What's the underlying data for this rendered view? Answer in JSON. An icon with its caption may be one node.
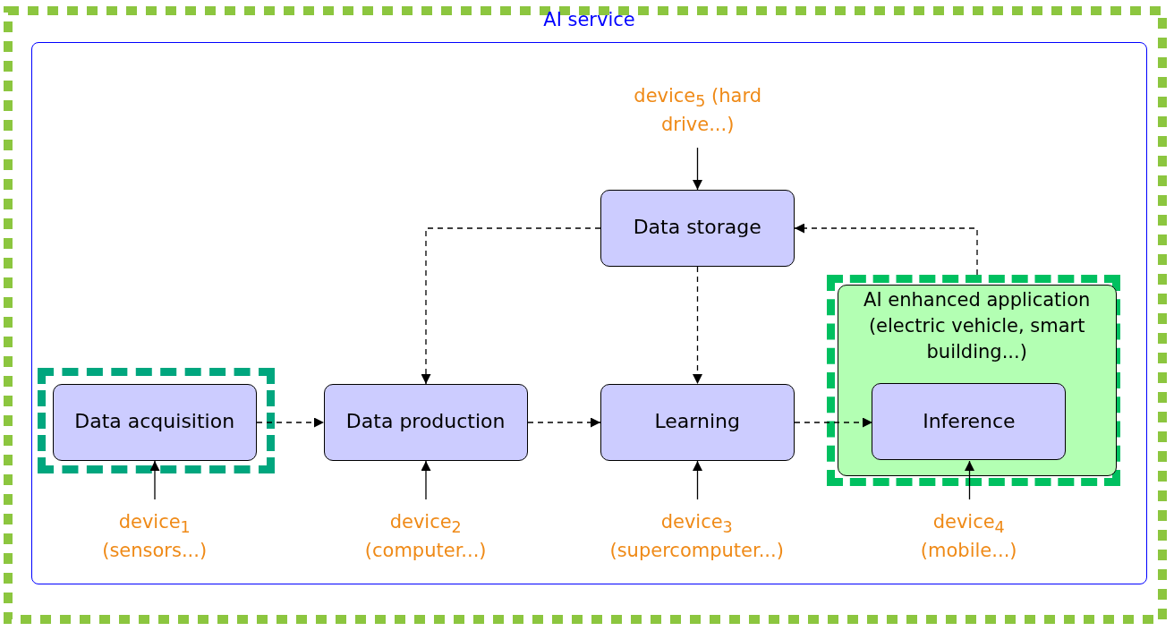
{
  "diagram": {
    "nodes": [
      {
        "text": [
          "AI service"
        ]
      },
      {
        "text": [
          "device$_{5}$ (hard drive...)"
        ],
        "in": 0
      },
      {
        "text": [
          "Data storage"
        ],
        "in": 0
      },
      {
        "text": [],
        "shape": "box",
        "in": 0
      },
      {
        "text": [
          "Data acquisition"
        ],
        "in": 3
      },
      {
        "text": [
          "Data production"
        ],
        "in": 0
      },
      {
        "text": [
          "Learning"
        ],
        "in": 0
      },
      {
        "text": [],
        "shape": "box",
        "in": 0
      },
      {
        "text": [
          "AI enhanced application (electric vehicle, smart building...)"
        ],
        "in": 7
      },
      {
        "text": [
          "Inference"
        ],
        "in": 8
      },
      {
        "text": [
          "device$_{1}$ (sensors...)"
        ],
        "in": 0
      },
      {
        "text": [
          "device$_{2}$ (computer...)"
        ],
        "in": 0
      },
      {
        "text": [
          "device$_{3}$ (supercomputer...)"
        ],
        "in": 0
      },
      {
        "text": [
          "device$_{4}$ (mobile...)"
        ],
        "in": 0
      }
    ],
    "edges": [
      {
        "from": 1,
        "to": 2,
        "arrow": "to"
      },
      {
        "from": 2,
        "to": 5,
        "arrow": "to",
        "style": "dashed"
      },
      {
        "from": 2,
        "to": 6,
        "arrow": "to",
        "style": "dashed"
      },
      {
        "from": 7,
        "to": 2,
        "arrow": "to",
        "style": "dashed"
      },
      {
        "from": 4,
        "to": 5,
        "arrow": "to",
        "style": "dashed"
      },
      {
        "from": 5,
        "to": 6,
        "arrow": "to",
        "style": "dashed"
      },
      {
        "from": 6,
        "to": 9,
        "arrow": "to",
        "style": "dashed"
      },
      {
        "from": 10,
        "to": 4,
        "arrow": "to"
      },
      {
        "from": 11,
        "to": 5,
        "arrow": "to"
      },
      {
        "from": 12,
        "to": 6,
        "arrow": "to"
      },
      {
        "from": 13,
        "to": 9,
        "arrow": "to"
      }
    ]
  }
}
